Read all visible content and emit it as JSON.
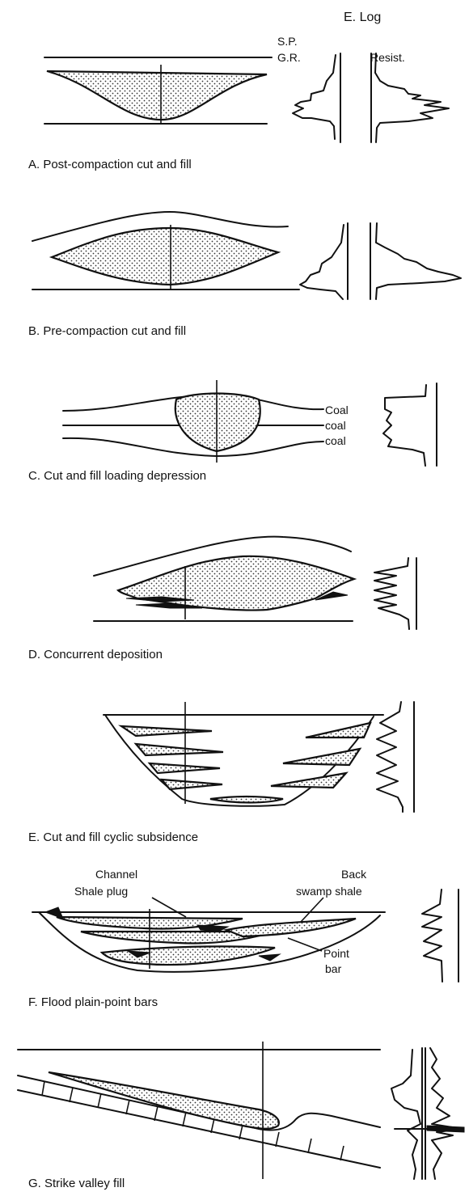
{
  "header": {
    "title": "E. Log",
    "sp": "S.P.",
    "gr": "G.R.",
    "resist": "Resist."
  },
  "panels": [
    {
      "id": "A",
      "caption": "A. Post-compaction cut and fill"
    },
    {
      "id": "B",
      "caption": "B. Pre-compaction cut and fill"
    },
    {
      "id": "C",
      "caption": "C. Cut and fill loading depression",
      "labels": [
        "Coal",
        "coal",
        "coal"
      ]
    },
    {
      "id": "D",
      "caption": "D. Concurrent deposition"
    },
    {
      "id": "E",
      "caption": "E. Cut and fill cyclic subsidence"
    },
    {
      "id": "F",
      "caption": "F. Flood plain-point bars",
      "labels": {
        "channel": "Channel",
        "shale_plug": "Shale plug",
        "back": "Back",
        "swamp_shale": "swamp shale",
        "point": "Point",
        "bar": "bar"
      }
    },
    {
      "id": "G",
      "caption": "G. Strike valley fill"
    }
  ]
}
